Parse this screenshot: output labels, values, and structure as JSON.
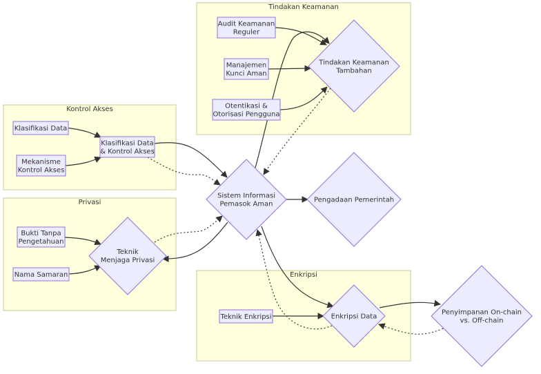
{
  "clusters": {
    "tindakan": "Tindakan Keamanan",
    "kontrol": "Kontrol Akses",
    "privasi": "Privasi",
    "enkripsi": "Enkripsi"
  },
  "nodes": {
    "audit": [
      "Audit Keamanan",
      "Reguler"
    ],
    "manajemen": [
      "Manajemen",
      "Kunci Aman"
    ],
    "otentikasi": [
      "Otentikasi &",
      "Otorisasi Pengguna"
    ],
    "tindakan_tambahan": [
      "Tindakan Keamanan",
      "Tambahan"
    ],
    "klasifikasi": [
      "Klasifikasi Data"
    ],
    "mekanisme": [
      "Mekanisme",
      "Kontrol Akses"
    ],
    "klasifikasi_kontrol": [
      "Klasifikasi Data",
      "& Kontrol Akses"
    ],
    "sistem": [
      "Sistem Informasi",
      "Pemasok Aman"
    ],
    "pengadaan": [
      "Pengadaan Pemerintah"
    ],
    "bukti": [
      "Bukti Tanpa",
      "Pengetahuan"
    ],
    "nama_samaran": [
      "Nama Samaran"
    ],
    "teknik_privasi": [
      "Teknik",
      "Menjaga Privasi"
    ],
    "teknik_enkripsi": [
      "Teknik Enkripsi"
    ],
    "enkripsi_data": [
      "Enkripsi Data"
    ],
    "penyimpanan": [
      "Penyimpanan On-chain",
      "vs. Off-chain"
    ]
  }
}
